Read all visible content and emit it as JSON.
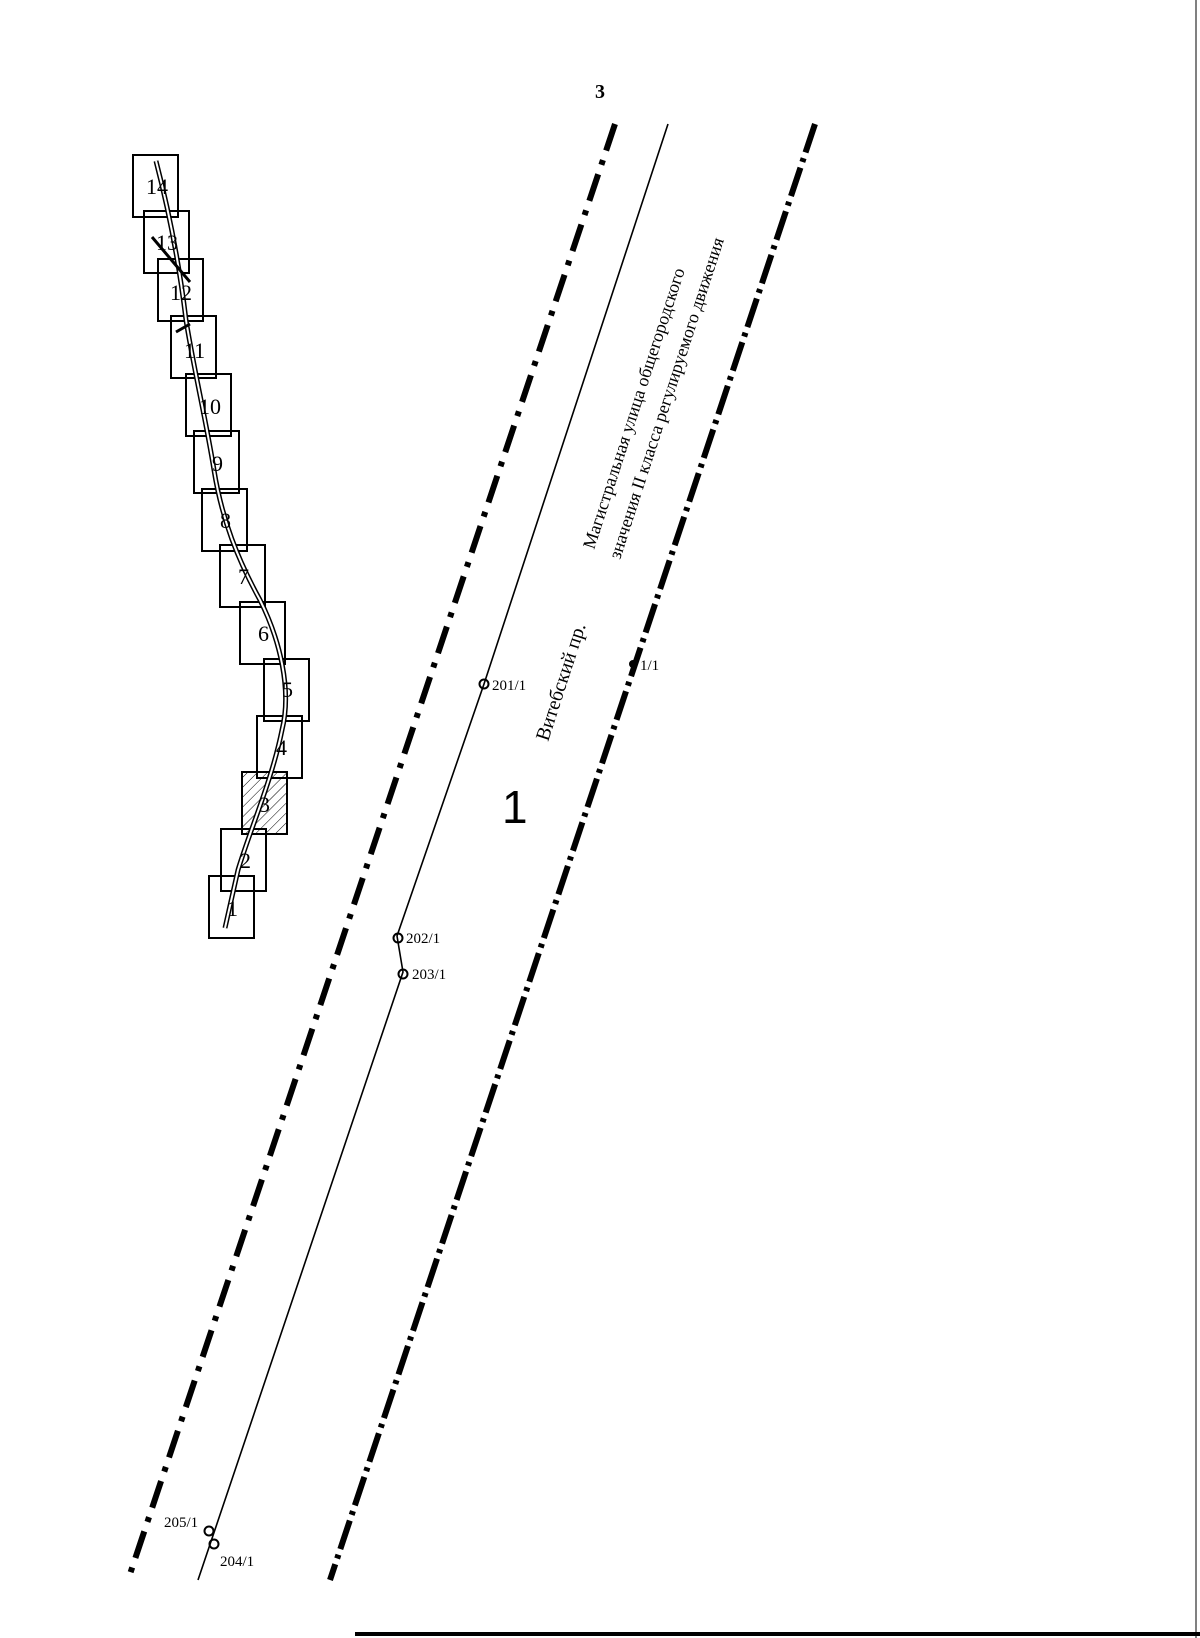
{
  "page_number": "3",
  "zone_number": "1",
  "street_name": "Витебский пр.",
  "street_class_lines": [
    "Магистральная улица общегородского",
    "значения II класса регулируемого движения"
  ],
  "survey_points": [
    "201/1",
    "202/1",
    "203/1",
    "204/1",
    "205/1",
    "1/1"
  ],
  "sheet_labels": [
    "1",
    "2",
    "3",
    "4",
    "5",
    "6",
    "7",
    "8",
    "9",
    "10",
    "11",
    "12",
    "13",
    "14"
  ],
  "highlighted_sheet": "3"
}
